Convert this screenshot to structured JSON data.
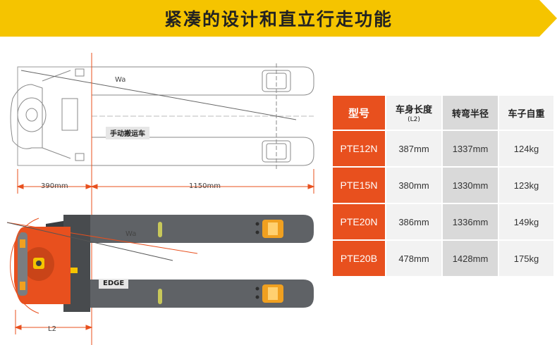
{
  "banner": {
    "title": "紧凑的设计和直立行走功能",
    "color": "#f5c400"
  },
  "drawing_top": {
    "angle_label": "Wa",
    "model_tag": "手动搬运车",
    "dim_left": "390mm",
    "dim_right": "1150mm"
  },
  "drawing_bottom": {
    "angle_label": "Wa",
    "model_tag": "EDGE",
    "dim_left": "L2"
  },
  "table": {
    "headers": {
      "model": "型号",
      "length": "车身长度",
      "length_sub": "(L2)",
      "turning": "转弯半径",
      "weight": "车子自重"
    },
    "rows": [
      {
        "model": "PTE12N",
        "length": "387mm",
        "turning": "1337mm",
        "weight": "124kg"
      },
      {
        "model": "PTE15N",
        "length": "380mm",
        "turning": "1330mm",
        "weight": "123kg"
      },
      {
        "model": "PTE20N",
        "length": "386mm",
        "turning": "1336mm",
        "weight": "149kg"
      },
      {
        "model": "PTE20B",
        "length": "478mm",
        "turning": "1428mm",
        "weight": "175kg"
      }
    ],
    "accent_color": "#e8501e"
  }
}
